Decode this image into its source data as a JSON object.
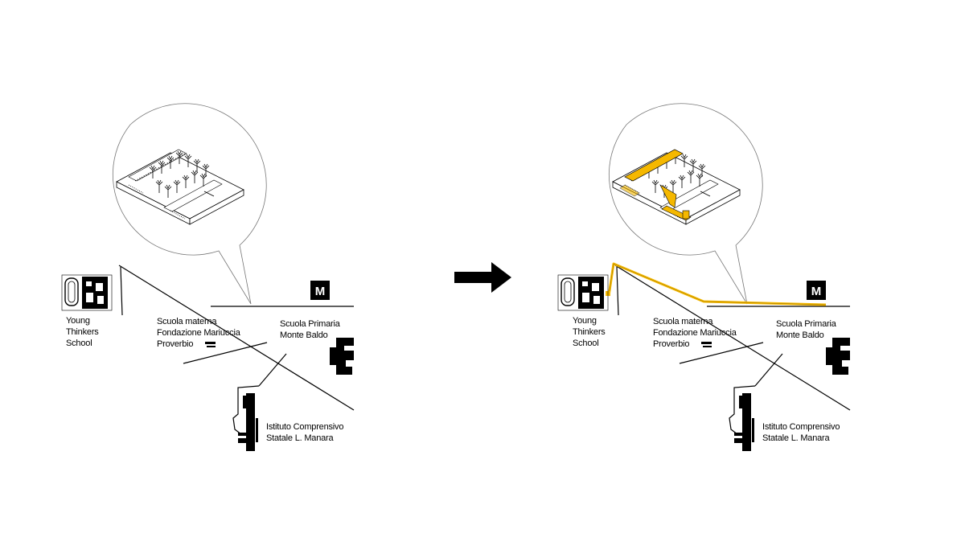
{
  "metro": {
    "label": "M"
  },
  "schools": {
    "young_thinkers": [
      "Young",
      "Thinkers",
      "School"
    ],
    "scuola_materna": [
      "Scuola materna",
      "Fondazione Mariuccia",
      "Proverbio"
    ],
    "scuola_primaria": [
      "Scuola Primaria",
      "Monte Baldo"
    ],
    "istituto": [
      "Istituto Comprensivo",
      "Statale L. Manara"
    ]
  },
  "colors": {
    "ink": "#000000",
    "highlight": "#f5b800",
    "callout_stroke": "#777777",
    "background": "#ffffff"
  },
  "icons": {
    "transition": "right-arrow-icon",
    "metro": "metro-station-icon"
  }
}
